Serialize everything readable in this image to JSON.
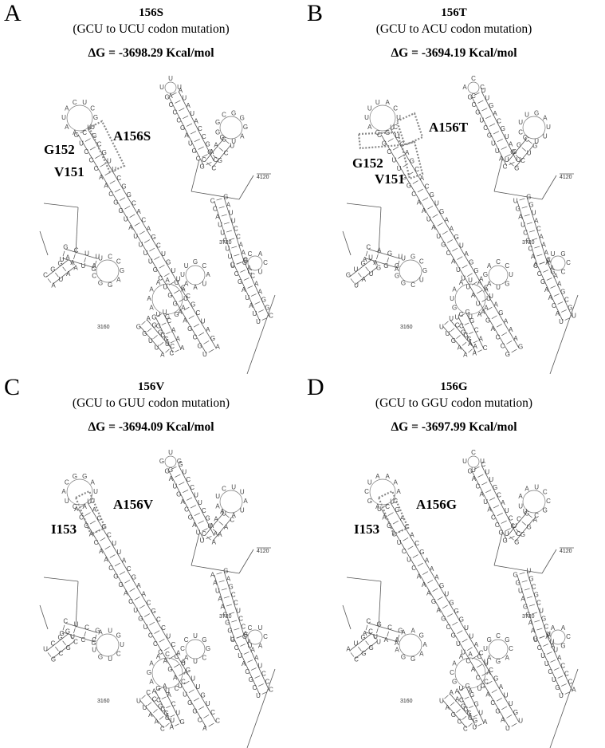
{
  "panels": [
    {
      "letter": "A",
      "mutation": "156S",
      "codon_change": "(GCU to UCU codon mutation)",
      "delta_g": "ΔG = -3698.29 Kcal/mol",
      "labels": [
        "A156S",
        "G152",
        "V151"
      ],
      "position_numbers": [
        "4120",
        "3720",
        "3160"
      ]
    },
    {
      "letter": "B",
      "mutation": "156T",
      "codon_change": "(GCU to ACU codon mutation)",
      "delta_g": "ΔG = -3694.19 Kcal/mol",
      "labels": [
        "A156T",
        "G152",
        "V151"
      ],
      "position_numbers": [
        "4120",
        "3720",
        "3160"
      ]
    },
    {
      "letter": "C",
      "mutation": "156V",
      "codon_change": "(GCU to GUU codon mutation)",
      "delta_g": "ΔG = -3694.09 Kcal/mol",
      "labels": [
        "A156V",
        "I153"
      ],
      "position_numbers": [
        "4120",
        "3720",
        "3160"
      ]
    },
    {
      "letter": "D",
      "mutation": "156G",
      "codon_change": "(GCU to GGU codon mutation)",
      "delta_g": "ΔG = -3697.99 Kcal/mol",
      "labels": [
        "A156G",
        "I153"
      ],
      "position_numbers": [
        "4120",
        "3720",
        "3160"
      ]
    }
  ]
}
